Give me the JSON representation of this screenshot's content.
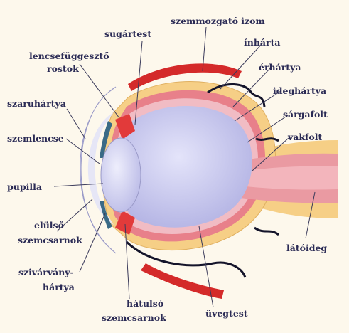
{
  "diagram": {
    "labels": {
      "sugartest": "sugártest",
      "szemmozgato_izom": "szemmozgató izom",
      "inharta": "ínhárta",
      "erharta": "érhártya",
      "ideghartya": "ideghártya",
      "sargafolt": "sárgafolt",
      "vakfolt": "vakfolt",
      "lencsefuggeszto_1": "lencsefüggesztő",
      "lencsefuggeszto_2": "rostok",
      "szaruhartya": "szaruhártya",
      "szemlencse": "szemlencse",
      "pupilla": "pupilla",
      "elulso_1": "elülső",
      "elulso_2": "szemcsarnok",
      "latoideg": "látóideg",
      "szivarvany_1": "szivárvány-",
      "szivarvany_2": "hártya",
      "hatulso_1": "hátulsó",
      "hatulso_2": "szemcsarnok",
      "uvegtest": "üvegtest"
    },
    "colors": {
      "background": "#fdf8ec",
      "sclera": "#f6cf86",
      "choroid": "#e8808a",
      "retina": "#f1bcc4",
      "vitreous": "#c6c6ee",
      "lens": "#d4d4f2",
      "muscle": "#d42a2a",
      "cornea": "#dcdcf0",
      "iris": "#3a6a86",
      "ciliary": "#e23a3a",
      "outline": "#14142a"
    }
  }
}
